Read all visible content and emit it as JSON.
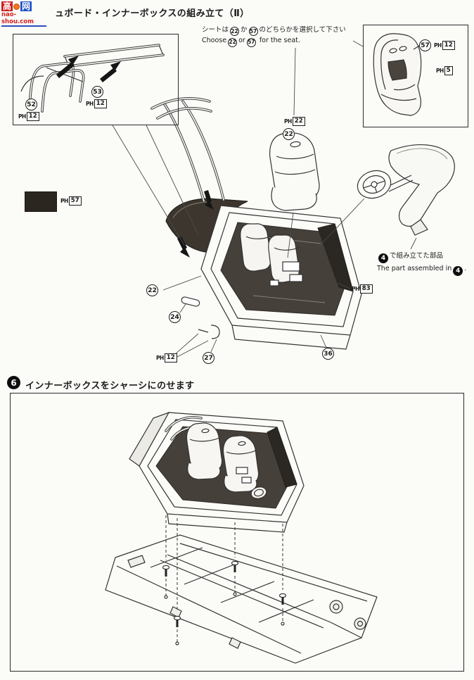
{
  "watermark": {
    "char1": "高",
    "char2": "网",
    "site": "nao-shou.com"
  },
  "step5": {
    "title": "ュボード・インナーボックスの組み立て（Ⅱ）",
    "seat_note": {
      "jp_pre": "シートは",
      "jp_mid": "か",
      "jp_post": "のどちらかを選択して下さい",
      "en_pre": "Choose",
      "en_mid": "or",
      "en_post": "for the seat.",
      "option1": "22",
      "option2": "57"
    },
    "part4_note": {
      "num": "4",
      "jp_text": "で組み立てた部品",
      "en_pre": "The part assembled in",
      "en_post": "."
    }
  },
  "labels": {
    "ph": "PH",
    "n5": "5",
    "n12": "12",
    "n22": "22",
    "n24": "24",
    "n27": "27",
    "n36": "36",
    "n52": "52",
    "n53": "53",
    "n57": "57",
    "n83": "83"
  },
  "step6": {
    "num": "6",
    "title": "インナーボックスをシャーシにのせます"
  }
}
